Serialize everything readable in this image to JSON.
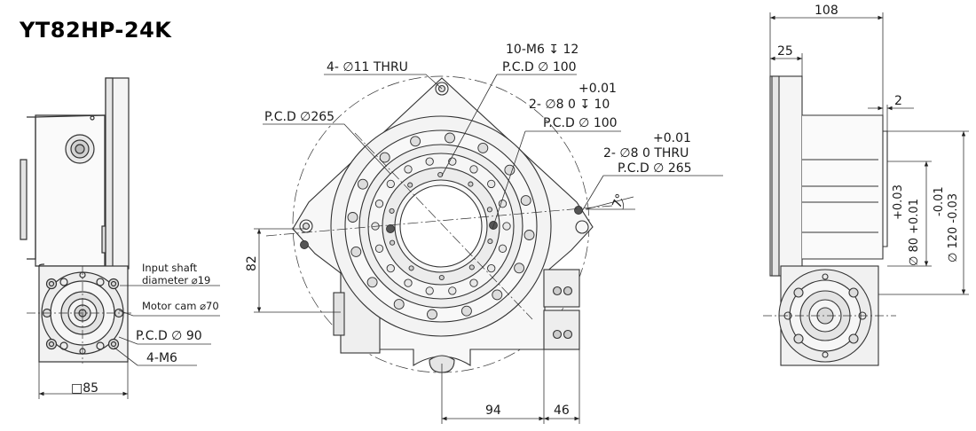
{
  "title": "YT82HP-24K",
  "left_view": {
    "input_shaft_line1": "Input shaft",
    "input_shaft_line2": "diameter ⌀19",
    "motor_cam": "Motor cam ⌀70",
    "pcd": "P.C.D ∅ 90",
    "bolts": "4-M6",
    "square": "□85"
  },
  "front_view": {
    "thru_holes": "4- ∅11 THRU",
    "pcd_265_left": "P.C.D ∅265",
    "tapped": "10-M6 ↧ 12",
    "tapped_pcd": "P.C.D ∅ 100",
    "tol_upper_1": "+0.01",
    "pin_1": "2- ∅8    0    ↧ 10",
    "pin_1_pcd": "P.C.D ∅ 100",
    "tol_upper_2": "+0.01",
    "pin_2": "2- ∅8    0     THRU",
    "pin_2_pcd": "P.C.D ∅ 265",
    "angle": "7°",
    "height": "82",
    "dim_94": "94",
    "dim_46": "46"
  },
  "side_view": {
    "width": "108",
    "flange": "25",
    "step": "2",
    "bore_80_tol": "+0.03",
    "bore_80": "∅ 80 +0.01",
    "bore_120_tol": "-0.01",
    "bore_120": "∅ 120 -0.03"
  }
}
